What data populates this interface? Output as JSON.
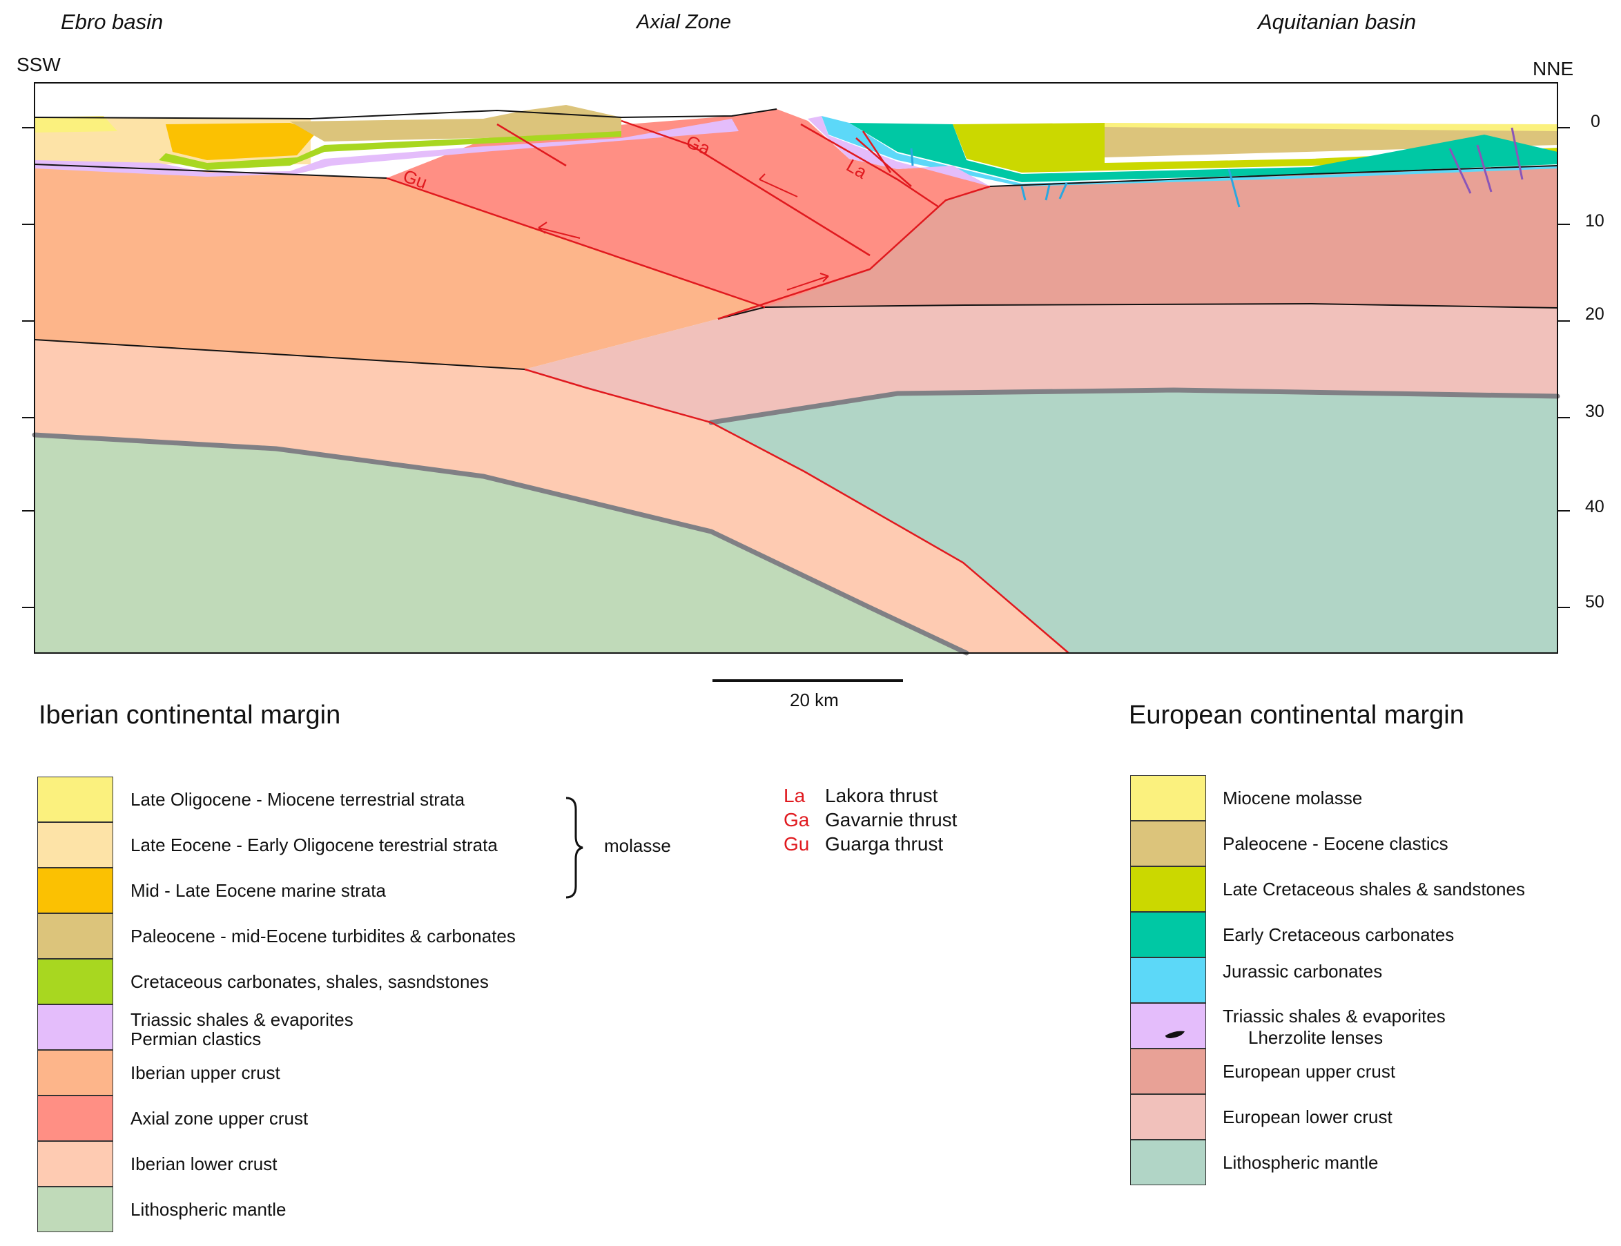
{
  "regions": {
    "left": "Ebro basin",
    "center": "Axial Zone",
    "right": "Aquitanian basin"
  },
  "orientation": {
    "left": "SSW",
    "right": "NNE"
  },
  "depth_axis": {
    "unit": "km",
    "ticks": [
      "0",
      "10",
      "20",
      "30",
      "40",
      "50"
    ]
  },
  "scale_bar": {
    "label": "20 km"
  },
  "fault_labels": {
    "ga": "Ga",
    "la": "La",
    "gu": "Gu"
  },
  "iberian_legend": {
    "title": "Iberian continental margin",
    "items": [
      {
        "label": "Late Oligocene - Miocene terrestrial strata",
        "color": "#fbf17e"
      },
      {
        "label": "Late Eocene - Early Oligocene terestrial strata",
        "color": "#fde3a7"
      },
      {
        "label": "Mid - Late Eocene marine strata",
        "color": "#fbc102"
      },
      {
        "label": "Paleocene - mid-Eocene turbidites & carbonates",
        "color": "#dcc47b"
      },
      {
        "label": "Cretaceous carbonates, shales, sasndstones",
        "color": "#a8d720"
      },
      {
        "label": "Triassic shales & evaporites",
        "label2": "Permian clastics",
        "color": "#e4bdfb"
      },
      {
        "label": "Iberian upper crust",
        "color": "#fdb58a"
      },
      {
        "label": "Axial zone upper crust",
        "color": "#ff8f84"
      },
      {
        "label": "Iberian lower crust",
        "color": "#fecbb2"
      },
      {
        "label": "Lithospheric mantle",
        "color": "#c0dab9"
      }
    ],
    "bracket_label": "molasse"
  },
  "thrust_key": [
    {
      "abbr": "La",
      "name": "Lakora thrust"
    },
    {
      "abbr": "Ga",
      "name": "Gavarnie thrust"
    },
    {
      "abbr": "Gu",
      "name": "Guarga thrust"
    }
  ],
  "european_legend": {
    "title": "European continental margin",
    "items": [
      {
        "label": "Miocene molasse",
        "color": "#fbf17e"
      },
      {
        "label": "Paleocene - Eocene clastics",
        "color": "#dcc47b"
      },
      {
        "label": "Late Cretaceous shales & sandstones",
        "color": "#cbd800"
      },
      {
        "label": "Early Cretaceous carbonates",
        "color": "#00c8a4"
      },
      {
        "label": "Jurassic carbonates",
        "color": "#5cd8f8"
      },
      {
        "label": "Triassic shales & evaporites",
        "label2": "Lherzolite lenses",
        "color": "#e4bdfb"
      },
      {
        "label": "European upper crust",
        "color": "#e8a196"
      },
      {
        "label": "European lower crust",
        "color": "#f1c1bb"
      },
      {
        "label": "Lithospheric mantle",
        "color": "#b1d5c6"
      }
    ]
  },
  "colors": {
    "fault": "#e0191e",
    "moho": "#808085",
    "blue_fault": "#2aa7e0",
    "purple_fault": "#8a55b8"
  }
}
